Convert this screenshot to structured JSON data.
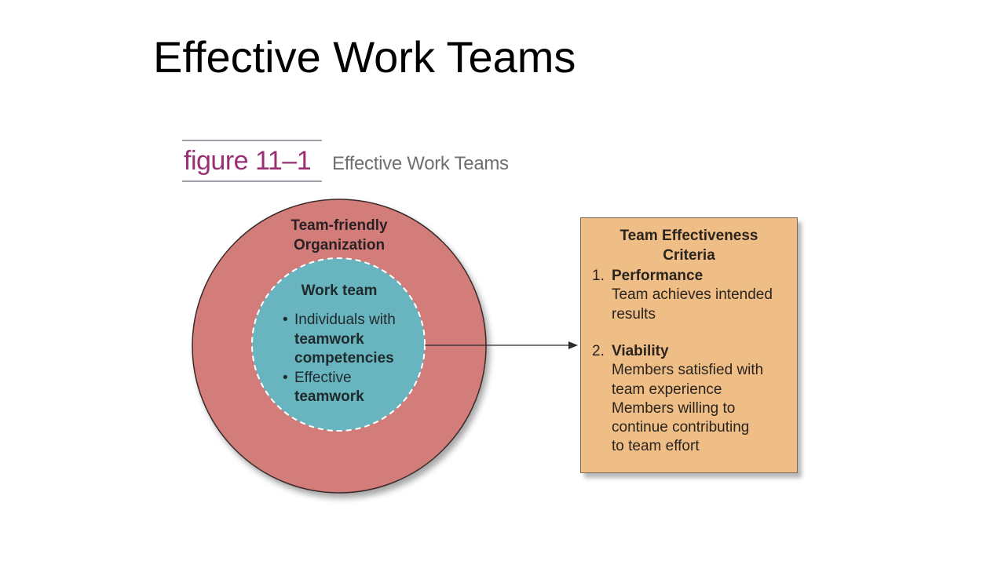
{
  "slide": {
    "title": "Effective Work Teams"
  },
  "figure": {
    "number": "figure 11–1",
    "title": "Effective Work Teams"
  },
  "outer_circle": {
    "label_line1": "Team-friendly",
    "label_line2": "Organization",
    "fill": "#d27d7a"
  },
  "inner_circle": {
    "title": "Work team",
    "fill": "#68b4bf",
    "bullet_symbol": "•",
    "items": [
      {
        "text": "Individuals with",
        "bold": "teamwork competencies"
      },
      {
        "text": "Effective",
        "bold": "teamwork"
      }
    ]
  },
  "criteria": {
    "title_line1": "Team Effectiveness",
    "title_line2": "Criteria",
    "fill": "#efbd86",
    "items": [
      {
        "number": "1.",
        "heading": "Performance",
        "lines": [
          "Team achieves intended",
          "results"
        ]
      },
      {
        "number": "2.",
        "heading": "Viability",
        "lines": [
          "Members satisfied with",
          "team experience",
          "Members willing to",
          "continue contributing",
          "to team effort"
        ]
      }
    ]
  }
}
